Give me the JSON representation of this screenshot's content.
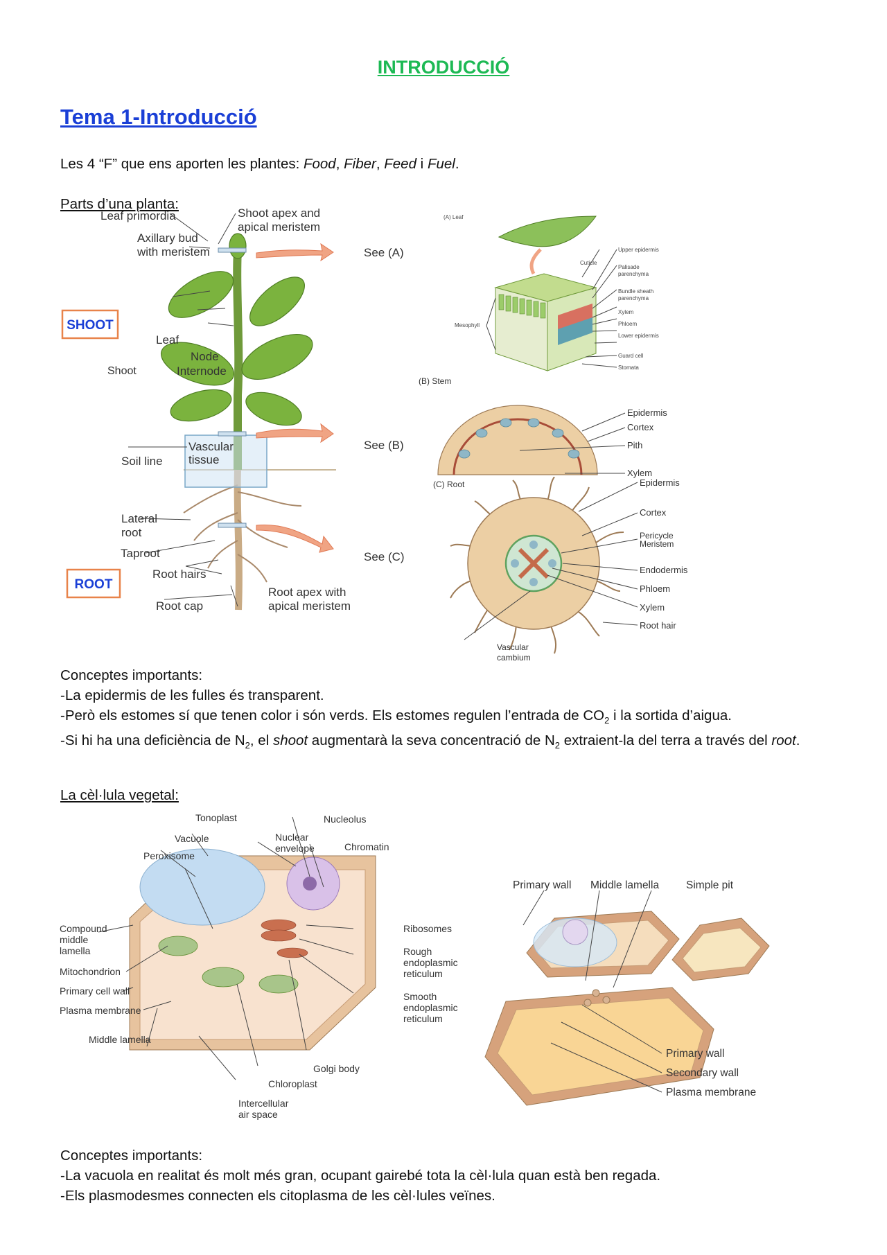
{
  "doc_title": "INTRODUCCIÓ",
  "section_title": "Tema 1-Introducció",
  "intro": {
    "prefix": "Les 4 “F” que ens aporten les plantes: ",
    "food": "Food",
    "sep1": ", ",
    "fiber": "Fiber",
    "sep2": ", ",
    "feed": "Feed",
    "conj": " i ",
    "fuel": "Fuel",
    "end": "."
  },
  "parts_heading": "Parts d’una planta:",
  "plant_figure": {
    "shoot_box": "SHOOT",
    "root_box": "ROOT",
    "shoot": "Shoot",
    "leaf_primordia": "Leaf primordia",
    "shoot_apex_1": "Shoot apex and",
    "shoot_apex_2": "apical meristem",
    "axillary_1": "Axillary bud",
    "axillary_2": "with meristem",
    "see_a": "See (A)",
    "leaf": "Leaf",
    "node": "Node",
    "internode": "Internode",
    "vascular_1": "Vascular",
    "vascular_2": "tissue",
    "soil_line": "Soil line",
    "see_b": "See (B)",
    "lateral_1": "Lateral",
    "lateral_2": "root",
    "taproot": "Taproot",
    "see_c": "See (C)",
    "root_hairs": "Root hairs",
    "root_cap": "Root cap",
    "root_apex_1": "Root apex with",
    "root_apex_2": "apical meristem"
  },
  "leaf_figure": {
    "title": "(A) Leaf",
    "cuticle": "Cuticle",
    "mesophyll": "Mesophyll",
    "upper_epidermis": "Upper epidermis",
    "palisade_1": "Palisade",
    "palisade_2": "parenchyma",
    "bundle_1": "Bundle sheath",
    "bundle_2": "parenchyma",
    "xylem": "Xylem",
    "phloem": "Phloem",
    "lower_epidermis": "Lower epidermis",
    "guard_cell": "Guard cell",
    "stomata": "Stomata"
  },
  "stem_figure": {
    "title": "(B)  Stem",
    "epidermis": "Epidermis",
    "cortex": "Cortex",
    "pith": "Pith",
    "xylem": "Xylem"
  },
  "root_figure": {
    "title": "(C)  Root",
    "epidermis": "Epidermis",
    "cortex": "Cortex",
    "pericycle_1": "Pericycle",
    "pericycle_2": "Meristem",
    "endodermis": "Endodermis",
    "phloem": "Phloem",
    "xylem": "Xylem",
    "root_hair": "Root hair",
    "vascular_1": "Vascular",
    "vascular_2": "cambium"
  },
  "concepts1": {
    "heading": "Conceptes importants:",
    "line1": "-La epidermis de les fulles és transparent.",
    "line2_a": "-Però els estomes sí que tenen color i són verds. Els estomes regulen l’entrada de CO",
    "line2_sub": "2",
    "line2_b": " i la sortida d’aigua.",
    "line3_a": "-Si hi ha una deficiència de N",
    "line3_sub1": "2",
    "line3_b": ", el ",
    "line3_shoot": "shoot",
    "line3_c": " augmentarà la seva concentració de N",
    "line3_sub2": "2",
    "line3_d": " extraient-la del terra a través del ",
    "line3_root": "root",
    "line3_e": "."
  },
  "cell_heading": "La cèl·lula vegetal:",
  "cell_figure": {
    "tonoplast": "Tonoplast",
    "nucleolus": "Nucleolus",
    "vacuole": "Vacuole",
    "nuclear_1": "Nuclear",
    "nuclear_2": "envelope",
    "chromatin": "Chromatin",
    "peroxisome": "Peroxisome",
    "compound_1": "Compound",
    "compound_2": "middle",
    "compound_3": "lamella",
    "mitochondrion": "Mitochondrion",
    "primary_cell_wall": "Primary cell wall",
    "plasma_membrane": "Plasma membrane",
    "middle_lamella": "Middle lamella",
    "ribosomes": "Ribosomes",
    "rough_1": "Rough",
    "rough_2": "endoplasmic",
    "rough_3": "reticulum",
    "smooth_1": "Smooth",
    "smooth_2": "endoplasmic",
    "smooth_3": "reticulum",
    "golgi": "Golgi body",
    "chloroplast": "Chloroplast",
    "intercellular_1": "Intercellular",
    "intercellular_2": "air space"
  },
  "wall_figure": {
    "primary_wall_top": "Primary wall",
    "middle_lamella": "Middle lamella",
    "simple_pit": "Simple pit",
    "primary_wall": "Primary wall",
    "secondary_wall": "Secondary wall",
    "plasma_membrane": "Plasma membrane"
  },
  "concepts2": {
    "heading": "Conceptes importants:",
    "line1": "-La vacuola en realitat és molt més gran, ocupant gairebé tota la cèl·lula quan està ben regada.",
    "line2": "-Els plasmodesmes connecten els citoplasma de les cèl·lules veïnes."
  }
}
